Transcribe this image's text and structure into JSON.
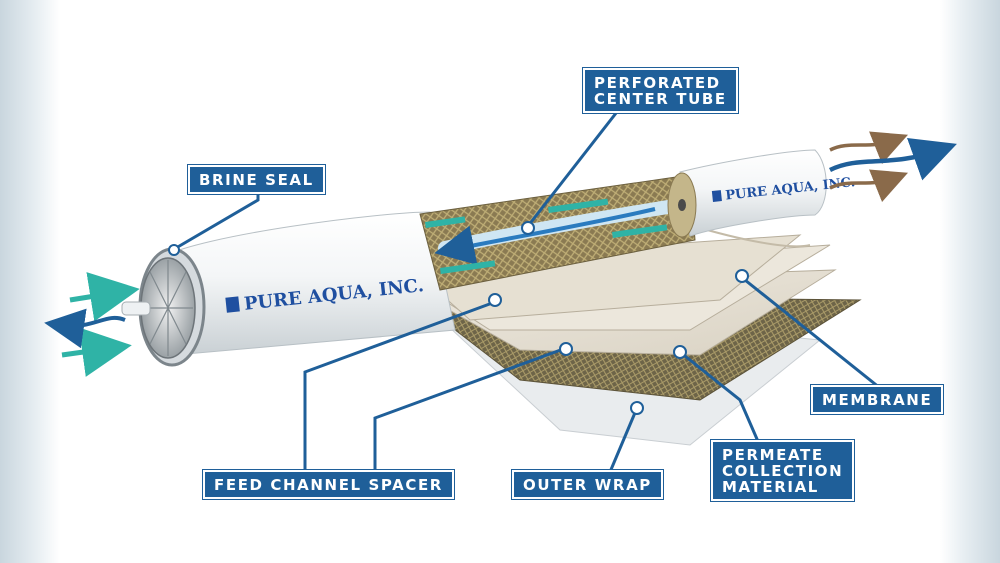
{
  "diagram": {
    "labels": {
      "perforated_center_tube": "PERFORATED\nCENTER TUBE",
      "brine_seal": "BRINE SEAL",
      "membrane": "MEMBRANE",
      "feed_channel_spacer": "FEED CHANNEL SPACER",
      "outer_wrap": "OUTER WRAP",
      "permeate_collection_material": "PERMEATE\nCOLLECTION\nMATERIAL"
    },
    "brand_text_large": "PURE AQUA, INC.",
    "brand_text_small": "PURE AQUA, INC."
  },
  "colors": {
    "callout_bg": "#1f5f99",
    "leader_line": "#1f5f99",
    "arrow_teal": "#2fb3a6",
    "arrow_blue": "#1f5f99",
    "arrow_brown": "#8a6a4a"
  }
}
